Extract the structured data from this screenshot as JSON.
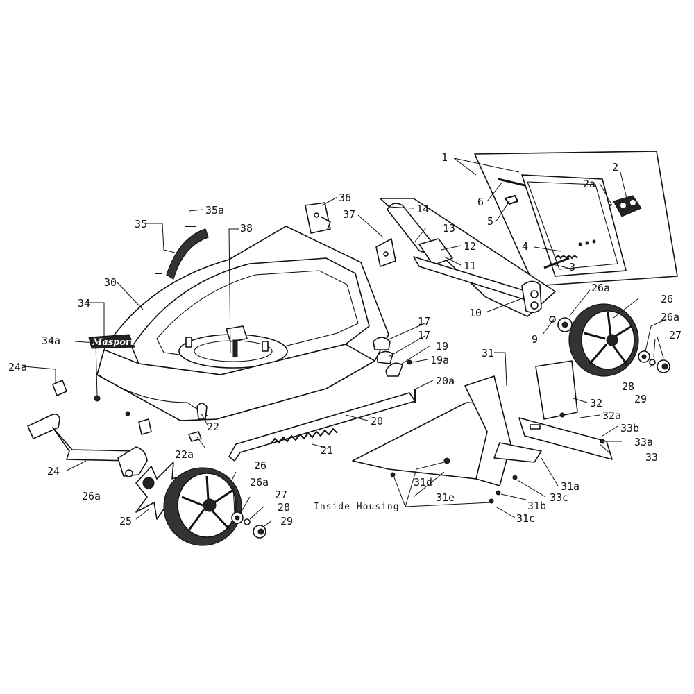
{
  "labels": [
    {
      "id": "1",
      "text": "1"
    },
    {
      "id": "2",
      "text": "2"
    },
    {
      "id": "2a",
      "text": "2a"
    },
    {
      "id": "3",
      "text": "3"
    },
    {
      "id": "4",
      "text": "4"
    },
    {
      "id": "5",
      "text": "5"
    },
    {
      "id": "6",
      "text": "6"
    },
    {
      "id": "9",
      "text": "9"
    },
    {
      "id": "10",
      "text": "10"
    },
    {
      "id": "11",
      "text": "11"
    },
    {
      "id": "12",
      "text": "12"
    },
    {
      "id": "13",
      "text": "13"
    },
    {
      "id": "14",
      "text": "14"
    },
    {
      "id": "17a",
      "text": "17"
    },
    {
      "id": "17b",
      "text": "17"
    },
    {
      "id": "19",
      "text": "19"
    },
    {
      "id": "19a",
      "text": "19a"
    },
    {
      "id": "20",
      "text": "20"
    },
    {
      "id": "20a",
      "text": "20a"
    },
    {
      "id": "21",
      "text": "21"
    },
    {
      "id": "22",
      "text": "22"
    },
    {
      "id": "22a",
      "text": "22a"
    },
    {
      "id": "24",
      "text": "24"
    },
    {
      "id": "24a",
      "text": "24a"
    },
    {
      "id": "25",
      "text": "25"
    },
    {
      "id": "26-right",
      "text": "26"
    },
    {
      "id": "26-front",
      "text": "26"
    },
    {
      "id": "26a-r1",
      "text": "26a"
    },
    {
      "id": "26a-r2",
      "text": "26a"
    },
    {
      "id": "26a-l1",
      "text": "26a"
    },
    {
      "id": "26a-l2",
      "text": "26a"
    },
    {
      "id": "27-right",
      "text": "27"
    },
    {
      "id": "27-front",
      "text": "27"
    },
    {
      "id": "28-right",
      "text": "28"
    },
    {
      "id": "28-front",
      "text": "28"
    },
    {
      "id": "29-right",
      "text": "29"
    },
    {
      "id": "29-front",
      "text": "29"
    },
    {
      "id": "30",
      "text": "30"
    },
    {
      "id": "31",
      "text": "31"
    },
    {
      "id": "31a",
      "text": "31a"
    },
    {
      "id": "31b",
      "text": "31b"
    },
    {
      "id": "31c",
      "text": "31c"
    },
    {
      "id": "31d",
      "text": "31d"
    },
    {
      "id": "31e",
      "text": "31e"
    },
    {
      "id": "32",
      "text": "32"
    },
    {
      "id": "32a",
      "text": "32a"
    },
    {
      "id": "33",
      "text": "33"
    },
    {
      "id": "33a",
      "text": "33a"
    },
    {
      "id": "33b",
      "text": "33b"
    },
    {
      "id": "33c",
      "text": "33c"
    },
    {
      "id": "34",
      "text": "34"
    },
    {
      "id": "34a",
      "text": "34a"
    },
    {
      "id": "35",
      "text": "35"
    },
    {
      "id": "35a",
      "text": "35a"
    },
    {
      "id": "36",
      "text": "36"
    },
    {
      "id": "37",
      "text": "37"
    },
    {
      "id": "38",
      "text": "38"
    }
  ],
  "note": "Inside Housing",
  "brand": "Masport"
}
